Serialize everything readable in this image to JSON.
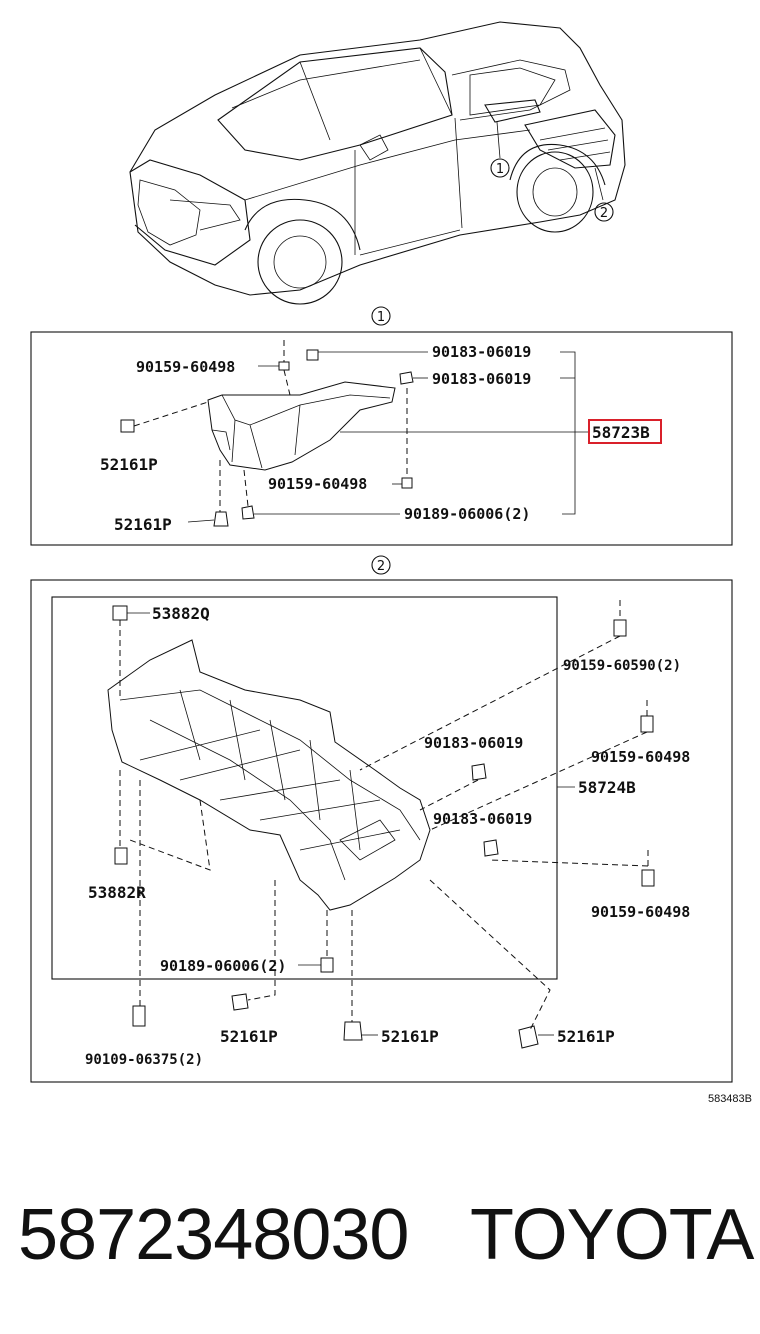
{
  "callouts": {
    "one": "1",
    "two": "2"
  },
  "section1": {
    "labels": {
      "clip_top": "90159-60498",
      "nut_a": "90183-06019",
      "nut_b": "90183-06019",
      "main_part": "58723B",
      "screw_left": "52161P",
      "clip_mid": "90159-60498",
      "screw_bottom": "52161P",
      "clip_bottom": "90189-06006(2)"
    }
  },
  "section2": {
    "labels": {
      "grom_top": "53882Q",
      "clip_r1": "90159-60590(2)",
      "nut_r1": "90183-06019",
      "clip_r2": "90159-60498",
      "main_part": "58724B",
      "nut_r2": "90183-06019",
      "grom_bottom": "53882R",
      "clip_r3": "90159-60498",
      "clip_bottom": "90189-06006(2)",
      "screw_a": "52161P",
      "screw_b": "52161P",
      "screw_c": "52161P",
      "bolt": "90109-06375(2)"
    }
  },
  "figure_number": "583483B",
  "caption": {
    "part_number": "5872348030",
    "brand": "TOYOTA"
  },
  "colors": {
    "highlight": "#d9202a",
    "ink": "#111111"
  }
}
